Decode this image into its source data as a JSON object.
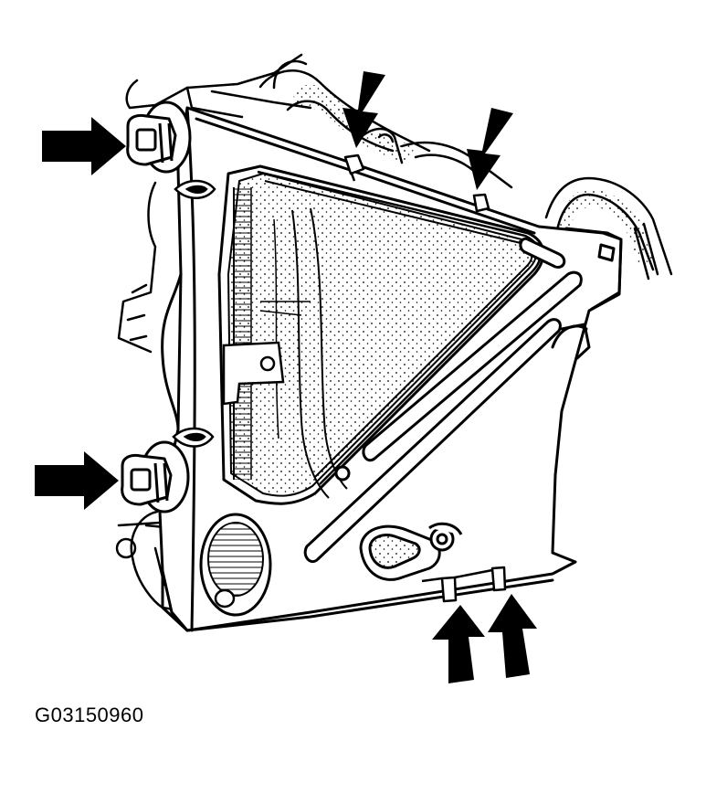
{
  "figure": {
    "id": "G03150960"
  },
  "colors": {
    "ink": "#000000",
    "paper": "#ffffff",
    "shading": "#555555"
  },
  "callouts": [
    {
      "name": "arrow-upper-left-clip",
      "points_to": "upper-left-retaining-clip"
    },
    {
      "name": "arrow-lower-left-clip",
      "points_to": "lower-left-retaining-clip"
    },
    {
      "name": "arrow-top-tab-1",
      "points_to": "top-locating-tab-1"
    },
    {
      "name": "arrow-top-tab-2",
      "points_to": "top-locating-tab-2"
    },
    {
      "name": "arrow-bottom-tab-1",
      "points_to": "bottom-locating-tab-1"
    },
    {
      "name": "arrow-bottom-tab-2",
      "points_to": "bottom-locating-tab-2"
    }
  ]
}
